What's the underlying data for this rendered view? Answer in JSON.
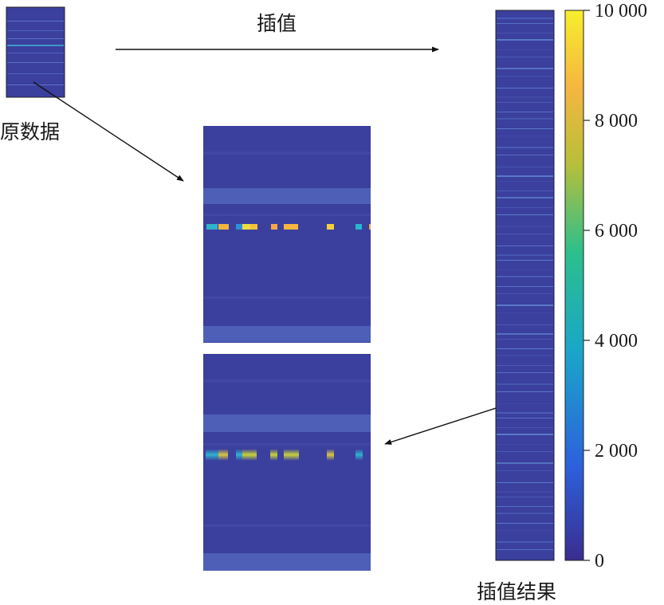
{
  "labels": {
    "arrow_label": "插值",
    "original_label": "原数据",
    "result_label": "插值结果"
  },
  "colorbar": {
    "min": 0,
    "max": 10000,
    "ticks": [
      {
        "value": 0,
        "label": "0"
      },
      {
        "value": 2000,
        "label": "2 000"
      },
      {
        "value": 4000,
        "label": "4 000"
      },
      {
        "value": 6000,
        "label": "6 000"
      },
      {
        "value": 8000,
        "label": "8 000"
      },
      {
        "value": 10000,
        "label": "10 000"
      }
    ],
    "colormap": [
      "#3a2d8f",
      "#2d60dc",
      "#1aa6c9",
      "#2cbf8c",
      "#b7bf3a",
      "#f6b640",
      "#f7ee2c"
    ]
  },
  "colors": {
    "background_field": "#3b3f9e",
    "band": "#4a5cb5",
    "arrow": "#111111"
  }
}
